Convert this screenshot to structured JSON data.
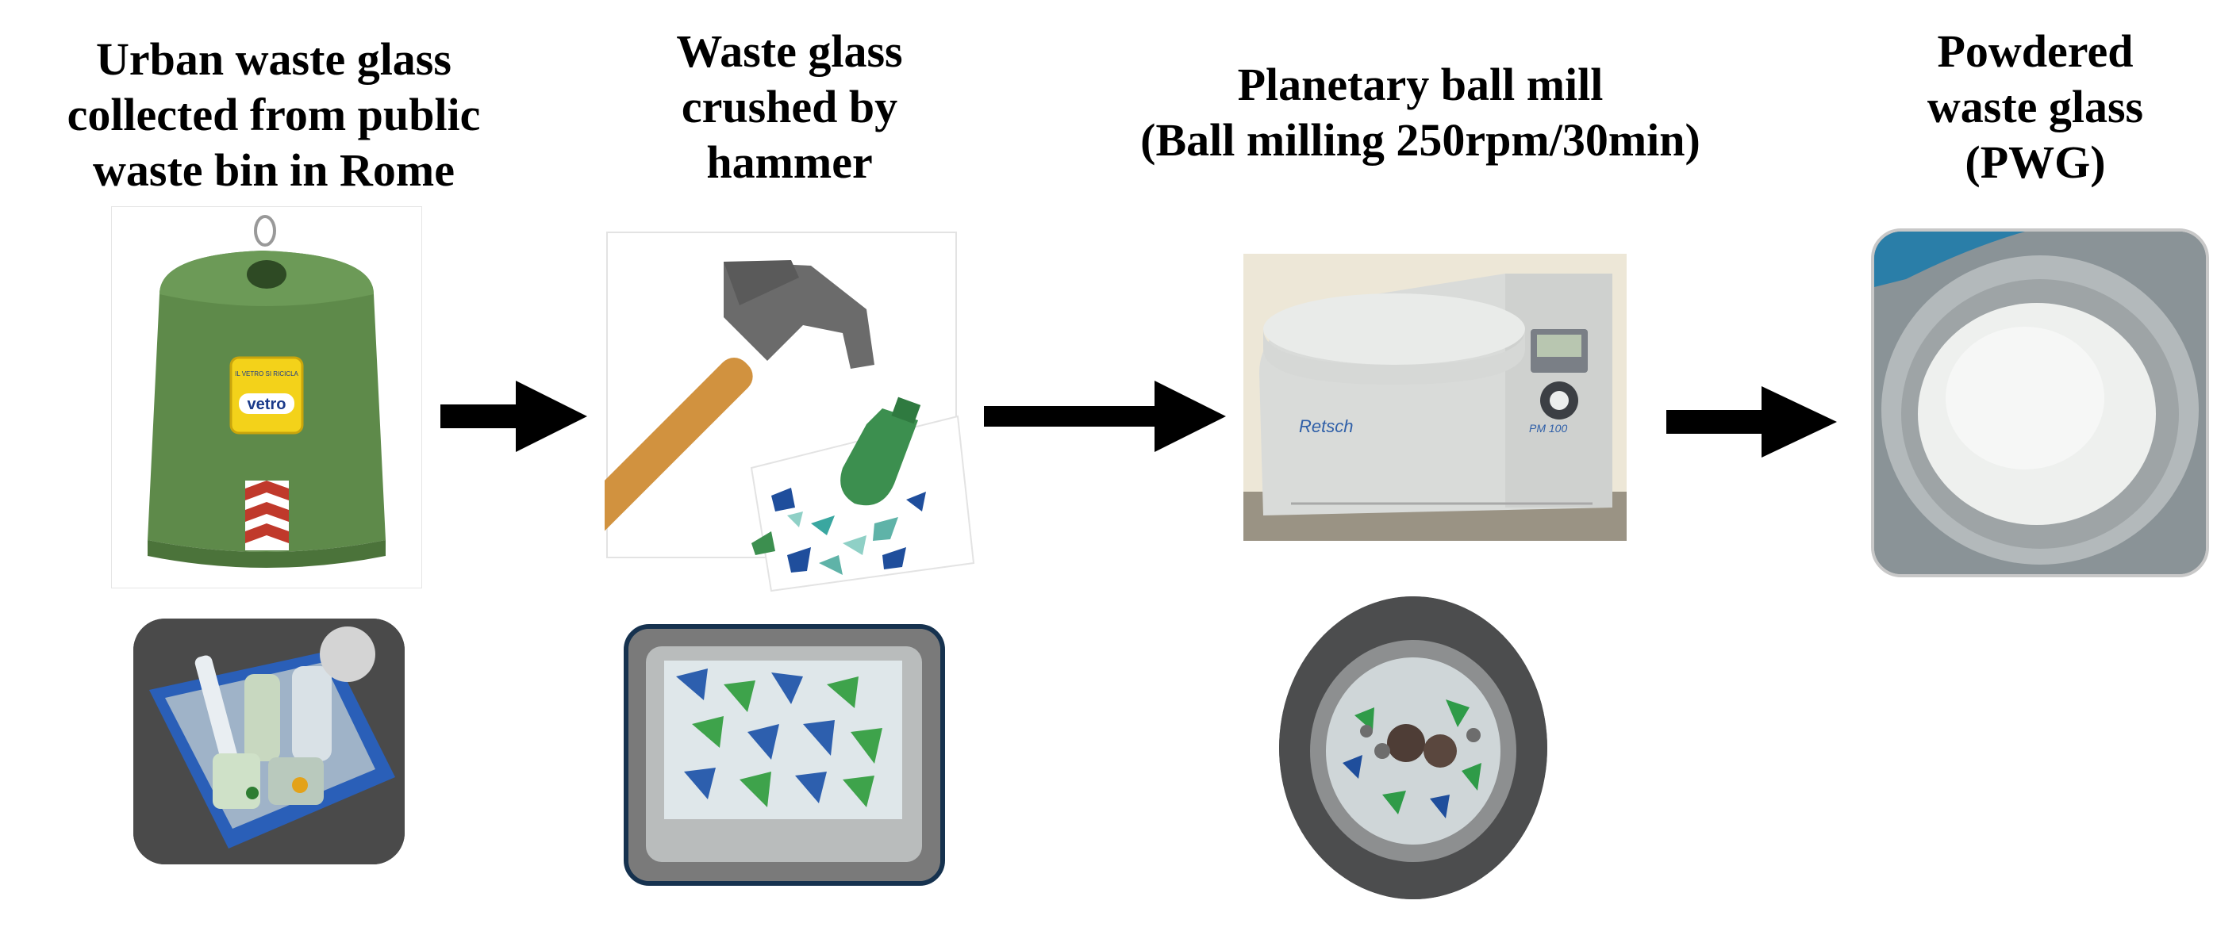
{
  "steps": [
    {
      "lines": [
        "Urban waste glass",
        "collected from public",
        "waste bin in Rome"
      ],
      "bin_label": "vetro",
      "bin_label_small": "IL VETRO SI RICICLA"
    },
    {
      "lines": [
        "Waste glass",
        "crushed by",
        "hammer"
      ]
    },
    {
      "lines": [
        "Planetary ball mill",
        "(Ball milling 250rpm/30min)"
      ],
      "mill_brand": "Retsch",
      "mill_model": "PM 100"
    },
    {
      "lines": [
        "Powdered",
        "waste glass",
        "(PWG)"
      ]
    }
  ],
  "colors": {
    "bin_green": "#5e8a4a",
    "hammer_handle": "#d1923f",
    "hammer_head": "#6b6b6b",
    "bottle_green": "#3c8f4f",
    "glass_blue": "#1f4e9c",
    "powder": "#eef0ee",
    "arrow": "#000000"
  }
}
